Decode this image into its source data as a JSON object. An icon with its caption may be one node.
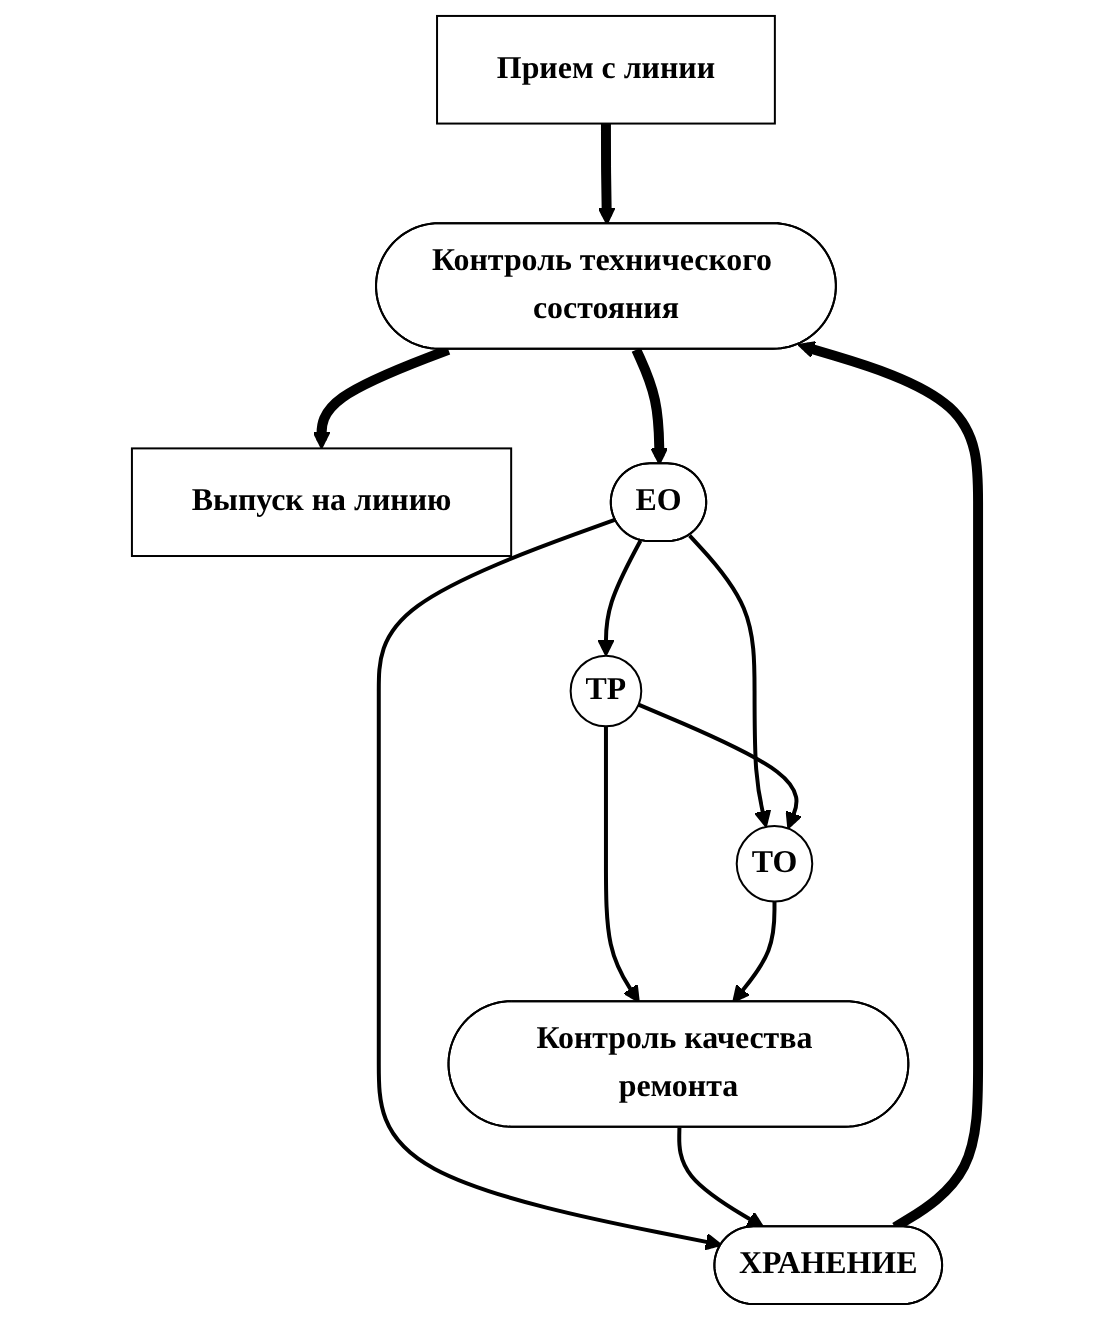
{
  "diagram": {
    "nodes": [
      {
        "text": [
          "Прием с линии"
        ]
      },
      {
        "text": [
          "Выпуск на линию"
        ]
      },
      {
        "text": [
          "Контроль технического состояния"
        ]
      },
      {
        "text": [
          "ЕО"
        ]
      },
      {
        "text": [
          "ТР"
        ]
      },
      {
        "text": [
          "ТО"
        ]
      },
      {
        "text": [
          "Контроль качества ремонта"
        ]
      },
      {
        "text": [
          "ХРАНЕНИЕ"
        ]
      }
    ],
    "edges": [
      {
        "from": 0,
        "to": 2,
        "arrow": "to",
        "style": "thick"
      },
      {
        "from": 2,
        "to": 1,
        "arrow": "to",
        "style": "thick"
      },
      {
        "from": 7,
        "to": 2,
        "arrow": "to",
        "style": "thick"
      },
      {
        "from": 2,
        "to": 3,
        "arrow": "to",
        "style": "thick"
      },
      {
        "from": 3,
        "to": 7,
        "arrow": "to"
      },
      {
        "from": 3,
        "to": 4,
        "arrow": "to"
      },
      {
        "from": 3,
        "to": 5,
        "arrow": "to"
      },
      {
        "from": 4,
        "to": 5,
        "arrow": "to"
      },
      {
        "from": 4,
        "to": 6,
        "arrow": "to"
      },
      {
        "from": 5,
        "to": 6,
        "arrow": "to"
      },
      {
        "from": 6,
        "to": 7,
        "arrow": "to"
      }
    ]
  }
}
